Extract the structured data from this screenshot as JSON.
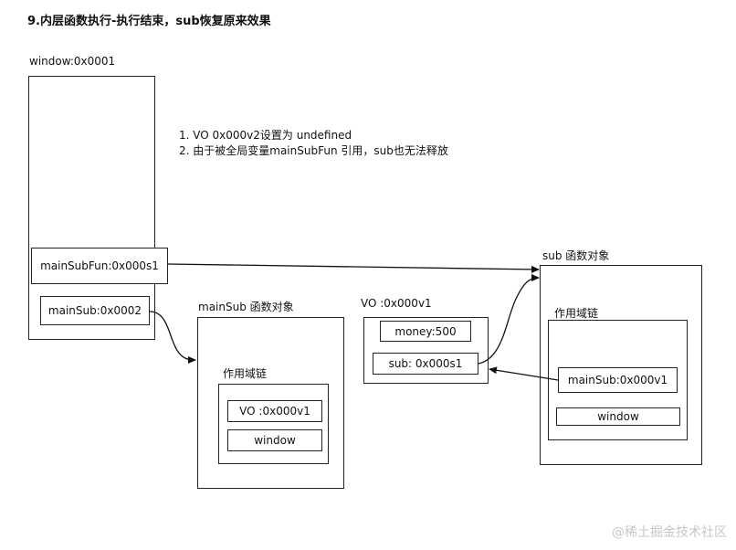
{
  "title": "9.内层函数执行-执行结束，sub恢复原来效果",
  "window_obj": {
    "label": "window:0x0001",
    "fields": [
      "mainSubFun:0x000s1",
      "mainSub:0x0002"
    ]
  },
  "notes": [
    "1. VO 0x000v2设置为 undefined",
    "2. 由于被全局变量mainSubFun 引用，sub也无法释放"
  ],
  "mainSub_obj": {
    "label": "mainSub 函数对象",
    "scope_label": "作用域链",
    "scope_items": [
      "VO :0x000v1",
      "window"
    ]
  },
  "vo_obj": {
    "label": "VO :0x000v1",
    "fields": [
      "money:500",
      "sub: 0x000s1"
    ]
  },
  "sub_obj": {
    "label": "sub 函数对象",
    "scope_label": "作用域链",
    "scope_items": [
      "mainSub:0x000v1",
      "window"
    ]
  },
  "watermark": "@稀土掘金技术社区"
}
